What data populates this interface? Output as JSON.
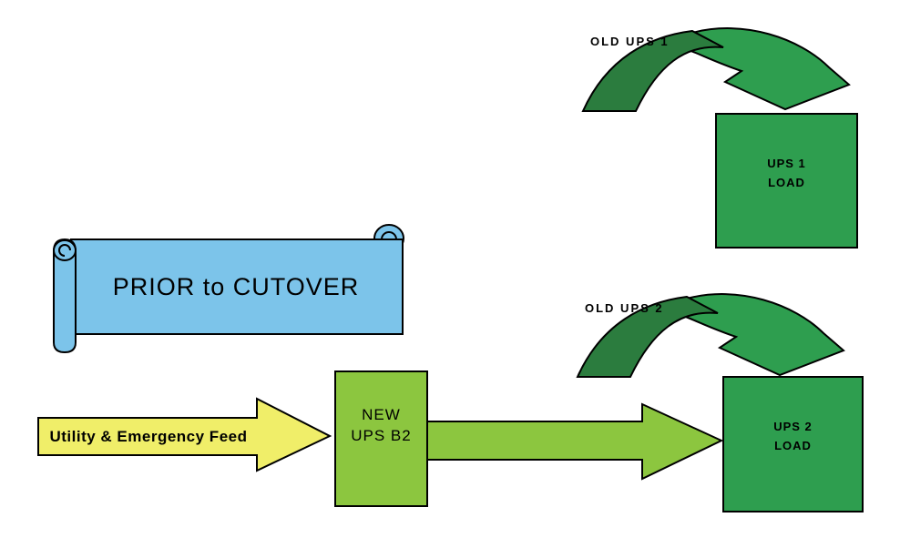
{
  "banner": {
    "label": "PRIOR to CUTOVER"
  },
  "utility_feed": {
    "label": "Utility & Emergency Feed"
  },
  "new_ups": {
    "line1": "NEW",
    "line2": "UPS B2"
  },
  "ups1": {
    "arrow_label": "OLD UPS 1",
    "box_line1": "UPS 1",
    "box_line2": "LOAD"
  },
  "ups2": {
    "arrow_label": "OLD UPS 2",
    "box_line1": "UPS 2",
    "box_line2": "LOAD"
  },
  "colors": {
    "banner-blue": "#7cc4ea",
    "feed-yellow": "#f0ee69",
    "new-green": "#8cc63f",
    "load-green": "#2e9e4f",
    "old-dark-green": "#2b7c3e",
    "outline-black": "#000000"
  }
}
